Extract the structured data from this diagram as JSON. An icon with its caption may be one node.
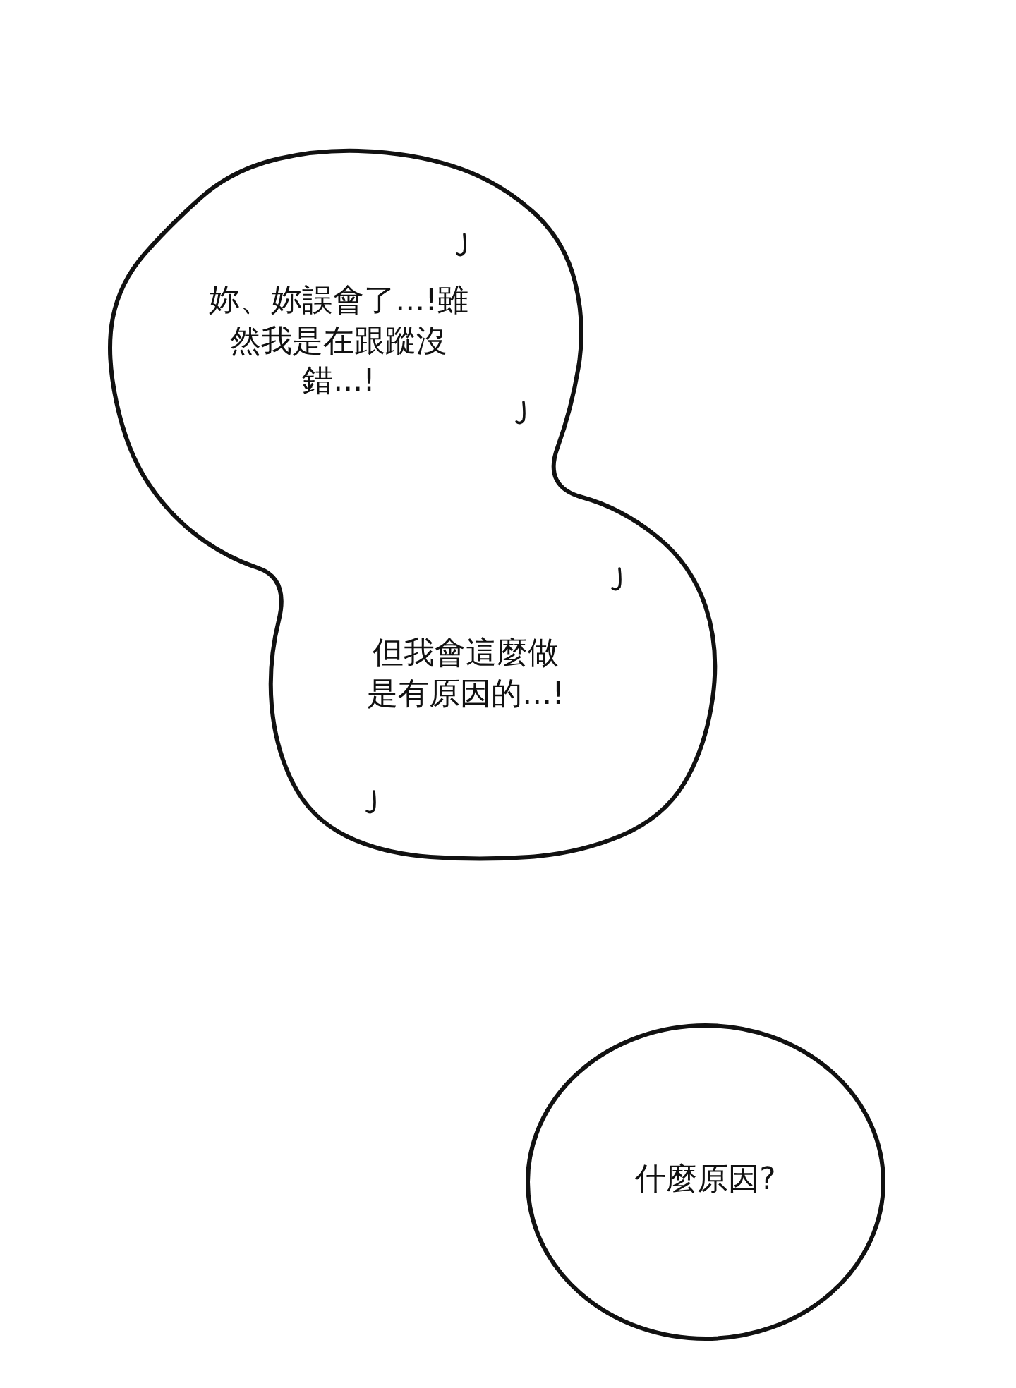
{
  "diagram": {
    "nodes": [
      {
        "text": [
          "妳、妳誤會了...!雖然我是在跟蹤沒錯...!",
          "但我會這麼做是有原因的...!"
        ]
      },
      {
        "text": [
          "什麼原因?"
        ]
      }
    ]
  }
}
